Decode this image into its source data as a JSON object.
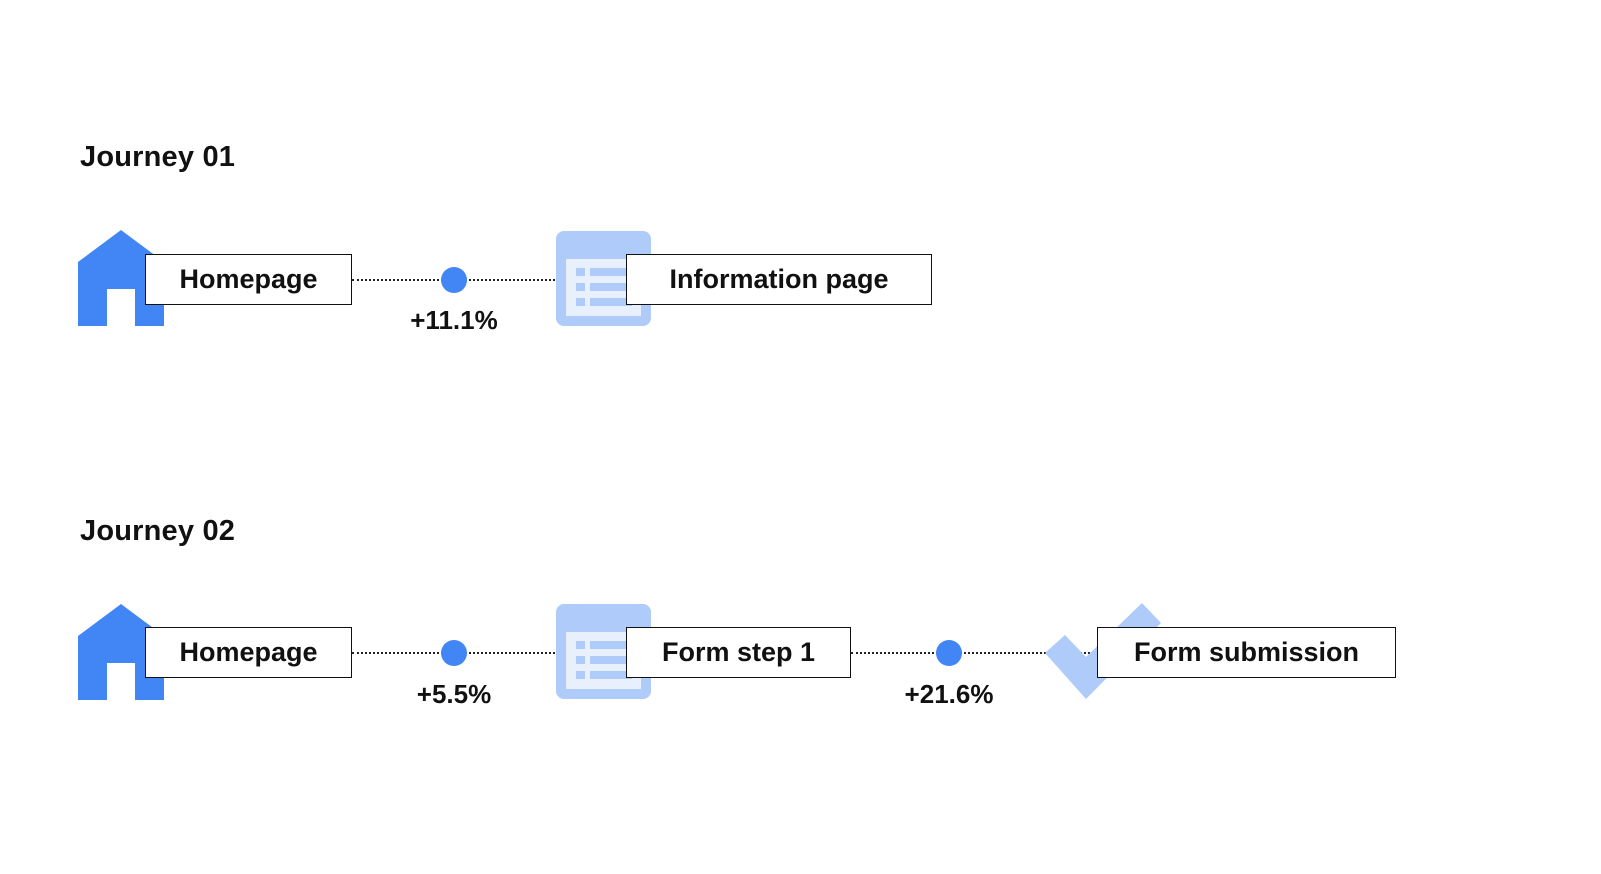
{
  "journeys": [
    {
      "title": "Journey 01",
      "steps": [
        {
          "label": "Homepage",
          "icon": "home-icon"
        },
        {
          "label": "Information page",
          "icon": "document-list-icon"
        }
      ],
      "transitions": [
        {
          "value": "+11.1%"
        }
      ]
    },
    {
      "title": "Journey 02",
      "steps": [
        {
          "label": "Homepage",
          "icon": "home-icon"
        },
        {
          "label": "Form step 1",
          "icon": "document-list-icon"
        },
        {
          "label": "Form submission",
          "icon": "checkmark-icon"
        }
      ],
      "transitions": [
        {
          "value": "+5.5%"
        },
        {
          "value": "+21.6%"
        }
      ]
    }
  ],
  "colors": {
    "primary_blue": "#4285f4",
    "light_blue": "#aecbfa",
    "text": "#111111",
    "background": "#ffffff"
  }
}
